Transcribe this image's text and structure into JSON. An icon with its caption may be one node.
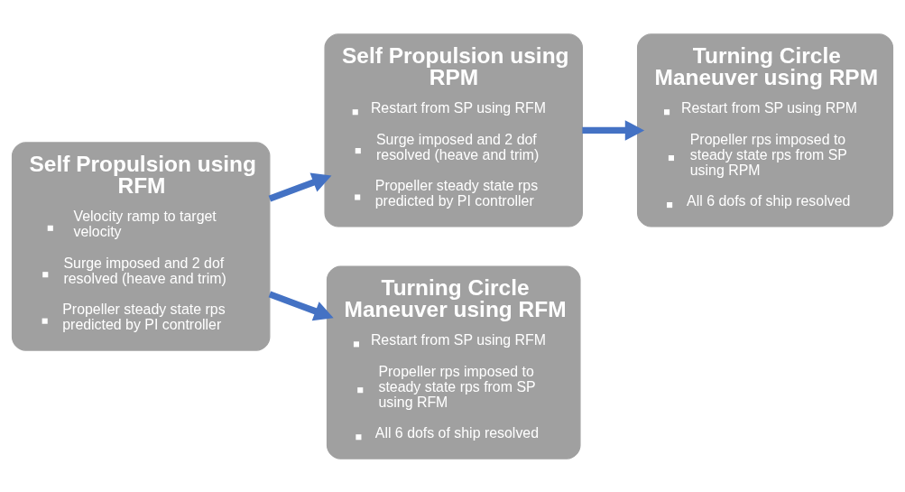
{
  "diagram": {
    "nodes": [
      {
        "text": [
          "Self Propulsion using RFM",
          "Velocity ramp to target velocity",
          "Surge imposed and 2 dof resolved (heave and trim)",
          "Propeller steady state rps predicted by PI controller"
        ]
      },
      {
        "text": [
          "Self Propulsion using RPM",
          "Restart from SP using RFM",
          "Surge imposed and 2 dof resolved (heave and trim)",
          "Propeller steady state rps predicted by PI controller"
        ]
      },
      {
        "text": [
          "Turning Circle Maneuver using RPM",
          "Restart from SP using RPM",
          "Propeller rps imposed to steady state rps from SP using RPM",
          "All 6 dofs of ship resolved"
        ]
      },
      {
        "text": [
          "Turning Circle Maneuver using RFM",
          "Restart from SP using RFM",
          "Propeller rps imposed to steady state rps from SP using RFM",
          "All 6 dofs of ship resolved"
        ]
      }
    ],
    "edges": [
      {
        "from": 0,
        "to": 1,
        "arrow": "to"
      },
      {
        "from": 1,
        "to": 2,
        "arrow": "to"
      },
      {
        "from": 0,
        "to": 3,
        "arrow": "to"
      }
    ]
  }
}
